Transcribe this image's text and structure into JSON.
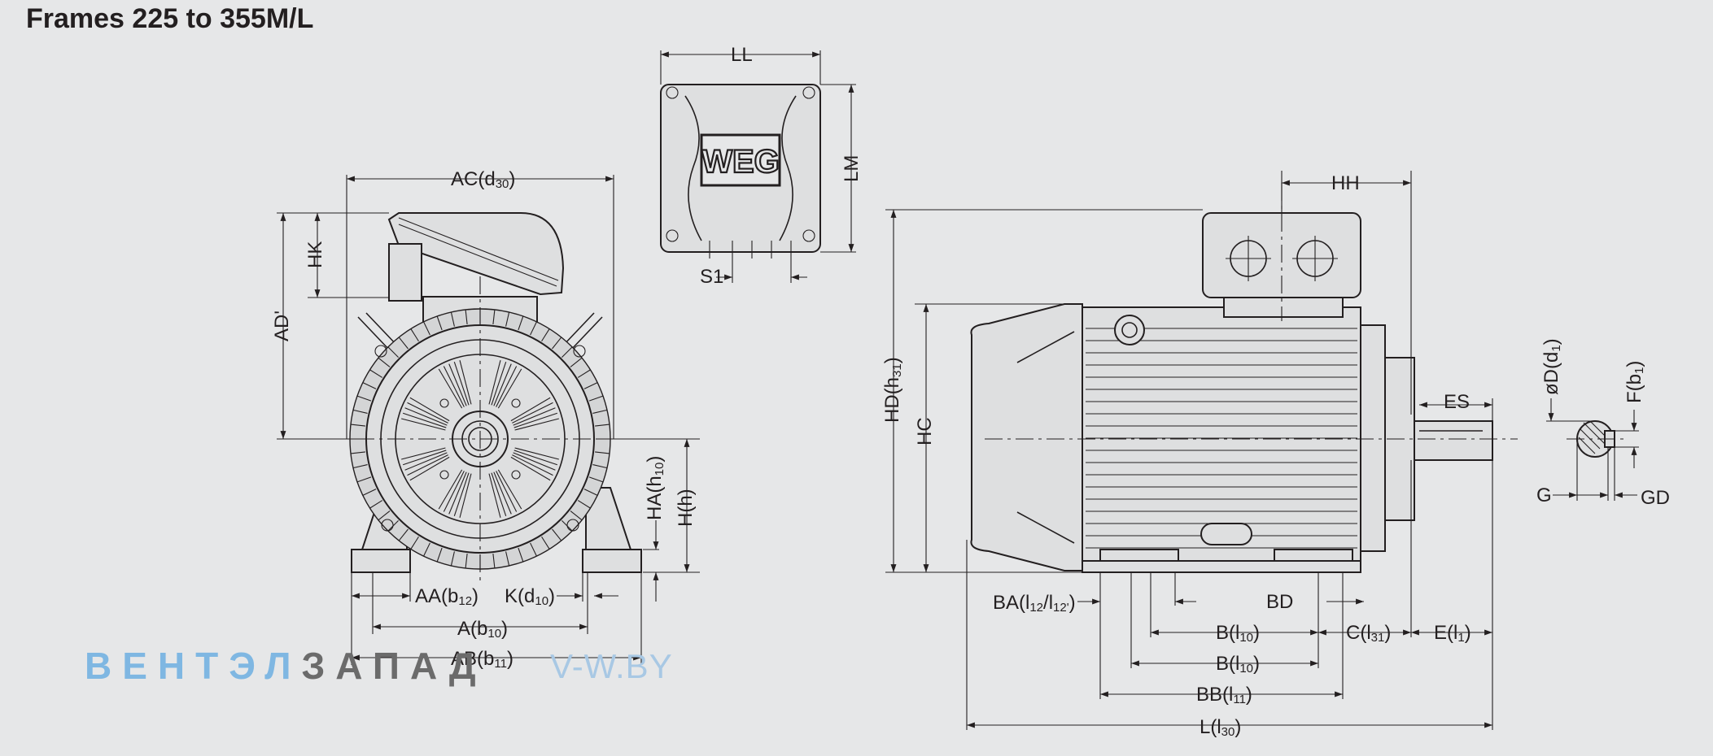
{
  "title": "Frames 225 to 355M/L",
  "logo_text": "WEG",
  "watermark": {
    "part1": "ВЕНТЭЛ",
    "part2": "ЗАПАД",
    "url": "V-W.BY"
  },
  "front_view": {
    "AC": "AC(d",
    "AC_sub": "30",
    "AC_close": ")",
    "HK": "HK",
    "AD": "AD'",
    "HA": "HA(h",
    "HA_sub": "10",
    "HA_close": ")",
    "H": "H(h)",
    "AA": "AA(b",
    "AA_sub": "12",
    "AA_close": ")",
    "K": "K(d",
    "K_sub": "10",
    "K_close": ")",
    "A": "A(b",
    "A_sub": "10",
    "A_close": ")",
    "AB": "AB(b",
    "AB_sub": "11",
    "AB_close": ")"
  },
  "terminal_box": {
    "LL": "LL",
    "LM": "LM",
    "S1": "S1"
  },
  "side_view": {
    "HH": "HH",
    "HD": "HD(h",
    "HD_sub": "31",
    "HD_close": ")",
    "HC": "HC",
    "ES": "ES",
    "BA": "BA(l",
    "BA_sub": "12",
    "BA_mid": "/l",
    "BA_sub2": "12'",
    "BA_close": ")",
    "BD": "BD",
    "B1": "B(l",
    "B1_sub": "10",
    "B1_close": ")",
    "C": "C(l",
    "C_sub": "31",
    "C_close": ")",
    "E": "E(l",
    "E_sub": "1",
    "E_close": ")",
    "B2": "B(l",
    "B2_sub": "10",
    "B2_close": ")",
    "BB": "BB(l",
    "BB_sub": "11",
    "BB_close": ")",
    "L": "L(l",
    "L_sub": "30",
    "L_close": ")"
  },
  "shaft_section": {
    "D": "øD(d",
    "D_sub": "1",
    "D_close": ")",
    "F": "F(b",
    "F_sub": "1",
    "F_close": ")",
    "G": "G",
    "GD": "GD"
  }
}
